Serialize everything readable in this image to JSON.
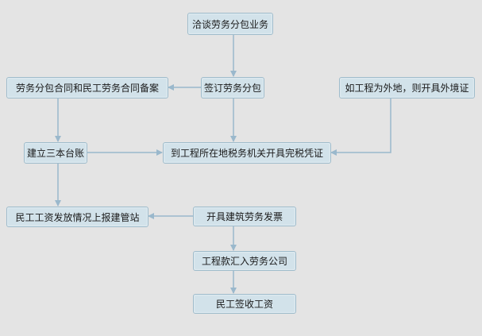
{
  "nodes": {
    "negotiate": "洽谈劳务分包业务",
    "sign": "签订劳务分包",
    "file_contracts": "劳务分包合同和民工劳务合同备案",
    "out_of_region": "如工程为外地，则开具外境证",
    "ledgers": "建立三本台账",
    "tax_certificate": "到工程所在地税务机关开具完税凭证",
    "wage_report": "民工工资发放情况上报建管站",
    "invoice": "开具建筑劳务发票",
    "payment": "工程款汇入劳务公司",
    "wage_receipt": "民工签收工资"
  },
  "colors": {
    "line": "#9ab8cc",
    "box_fill": "#d2e2ea",
    "box_border": "#9fbccb",
    "background": "#e4e4e4"
  }
}
